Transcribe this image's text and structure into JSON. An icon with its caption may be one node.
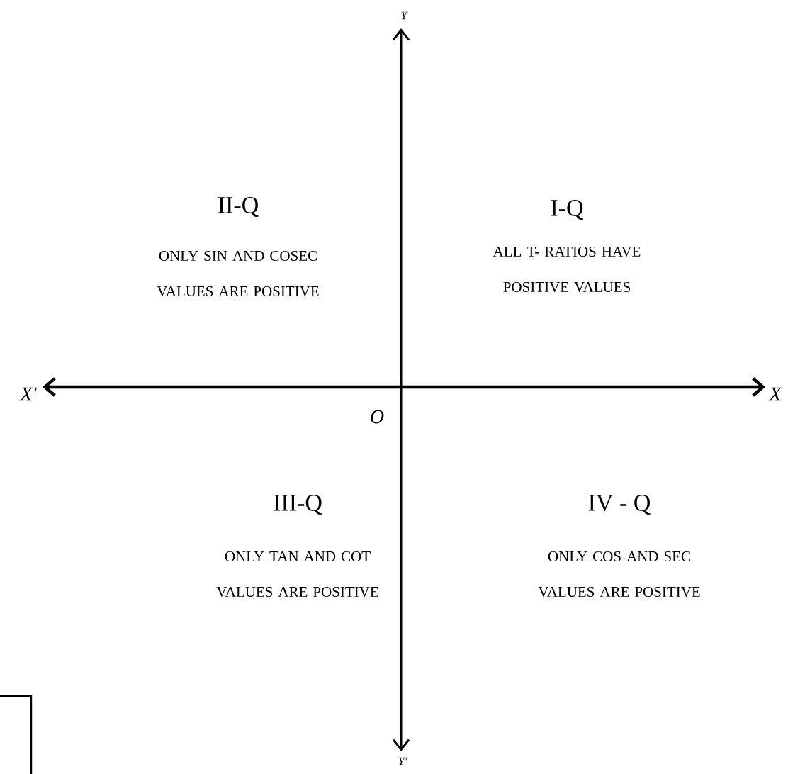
{
  "diagram": {
    "labels": [
      "Y",
      "II-Q",
      "ONLY SIN AND COSEC VALUES ARE POSITIVE",
      "I-Q",
      "ALL T- RATIOS HAVE POSITIVE VALUES",
      "X'",
      "X",
      "O",
      "III-Q",
      "ONLY TAN AND COT VALUES ARE POSITIVE",
      "IV - Q",
      "ONLY COS AND SEC VALUES ARE POSITIVE",
      "Y'"
    ]
  }
}
